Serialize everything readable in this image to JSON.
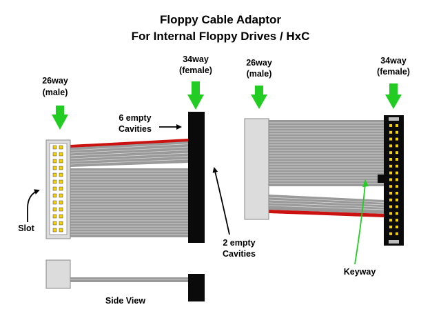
{
  "title": {
    "line1": "Floppy Cable Adaptor",
    "line2": "For Internal Floppy Drives / HxC"
  },
  "labels": {
    "left_26way_line1": "26way",
    "left_26way_line2": "(male)",
    "left_34way_line1": "34way",
    "left_34way_line2": "(female)",
    "six_empty_line1": "6 empty",
    "six_empty_line2": "Cavities",
    "slot": "Slot",
    "two_empty_line1": "2 empty",
    "two_empty_line2": "Cavities",
    "side_view": "Side View",
    "right_26way_line1": "26way",
    "right_26way_line2": "(male)",
    "right_34way_line1": "34way",
    "right_34way_line2": "(female)",
    "keyway": "Keyway"
  },
  "colors": {
    "arrow_green": "#22cc22",
    "cable_grey": "#9a9a9a",
    "cable_line": "#dddddd",
    "red_wire": "#cc1111",
    "connector_black": "#0a0a0a",
    "header_fill": "#dcdcdc",
    "pin_yellow": "#f4d000",
    "keyway_green": "#22cc22"
  }
}
